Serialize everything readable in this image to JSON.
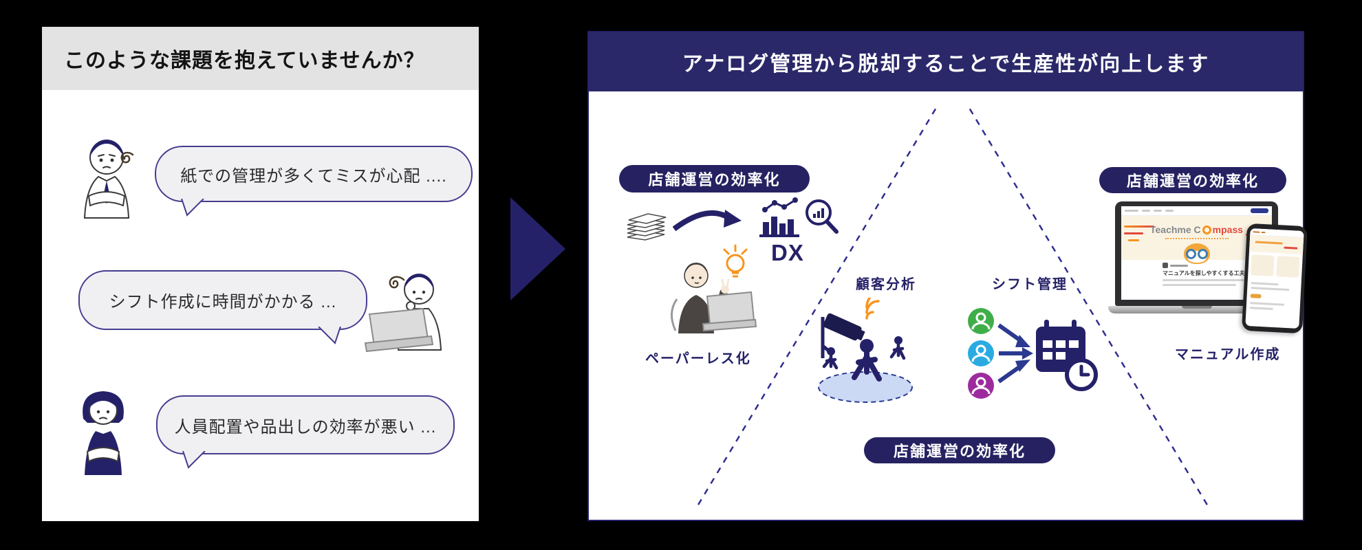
{
  "left_panel": {
    "title": "このような課題を抱えていませんか？",
    "bubbles": [
      {
        "text": "紙での管理が多くてミスが心配 ...."
      },
      {
        "text": "シフト作成に時間がかかる ..."
      },
      {
        "text": "人員配置や品出しの効率が悪い ..."
      }
    ]
  },
  "right_panel": {
    "title": "アナログ管理から脱却することで生産性が向上します",
    "badges": {
      "left": "店舗運営の効率化",
      "bottom": "店舗運営の効率化",
      "right": "店舗運営の効率化"
    },
    "labels": {
      "dx": "DX",
      "paperless": "ペーパーレス化",
      "customer_analysis": "顧客分析",
      "shift_management": "シフト管理",
      "manual_creation": "マニュアル作成"
    },
    "laptop": {
      "brand_prefix": "Teachme C",
      "brand_suffix": "mpass",
      "post_title": "マニュアルを探しやすくする工夫"
    }
  },
  "colors": {
    "navy": "#252168",
    "header_navy": "#2b2869",
    "orange": "#f7941d",
    "brand_red": "#e2483d",
    "avatar_green": "#3fae49",
    "avatar_blue": "#29abe2",
    "avatar_purple": "#9d2b9e"
  }
}
